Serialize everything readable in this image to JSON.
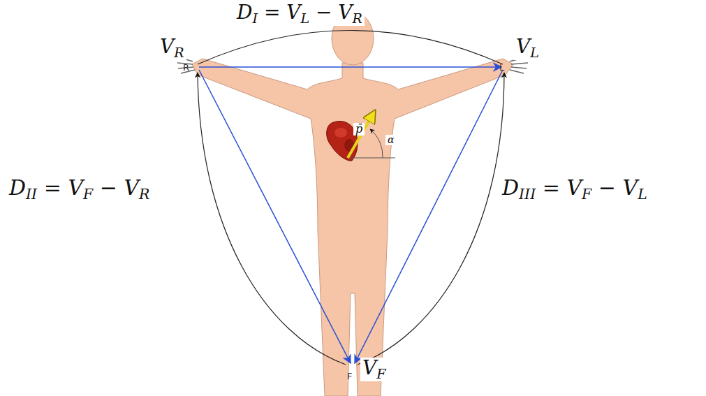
{
  "diagram": {
    "labels": [
      "DI = VL − VR",
      "VR",
      "VL",
      "R",
      "L",
      "DII = VF − VR",
      "DIII = VF − VL",
      "F",
      "VF",
      "p̄",
      "α"
    ]
  }
}
